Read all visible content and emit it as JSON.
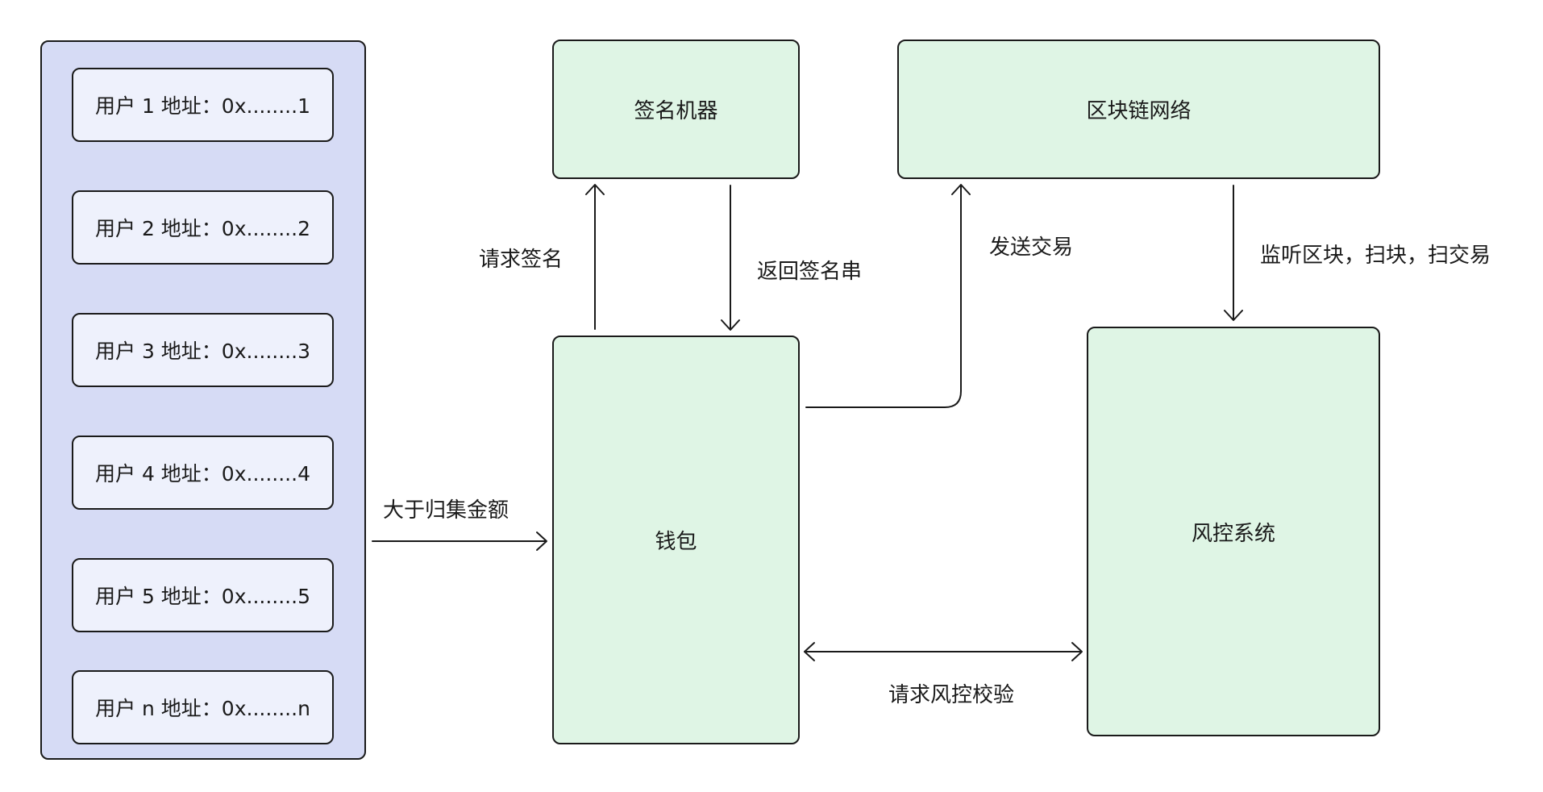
{
  "user_group": {
    "users": [
      "用户 1 地址：0x........1",
      "用户 2 地址：0x........2",
      "用户 3  地址：0x........3",
      "用户 4 地址：0x........4",
      "用户 5  地址：0x........5",
      "用户 n  地址：0x........n"
    ]
  },
  "nodes": {
    "signer": "签名机器",
    "blockchain": "区块链网络",
    "wallet": "钱包",
    "risk_control": "风控系统"
  },
  "edges": {
    "collect": "大于归集金额",
    "request_sign": "请求签名",
    "return_sign": "返回签名串",
    "send_tx": "发送交易",
    "listen": "监听区块，扫块，扫交易",
    "risk_check": "请求风控校验"
  },
  "colors": {
    "group_fill": "#d6dbf5",
    "user_fill": "#eef1fc",
    "node_fill": "#dff5e5",
    "stroke": "#1a1a1a"
  }
}
